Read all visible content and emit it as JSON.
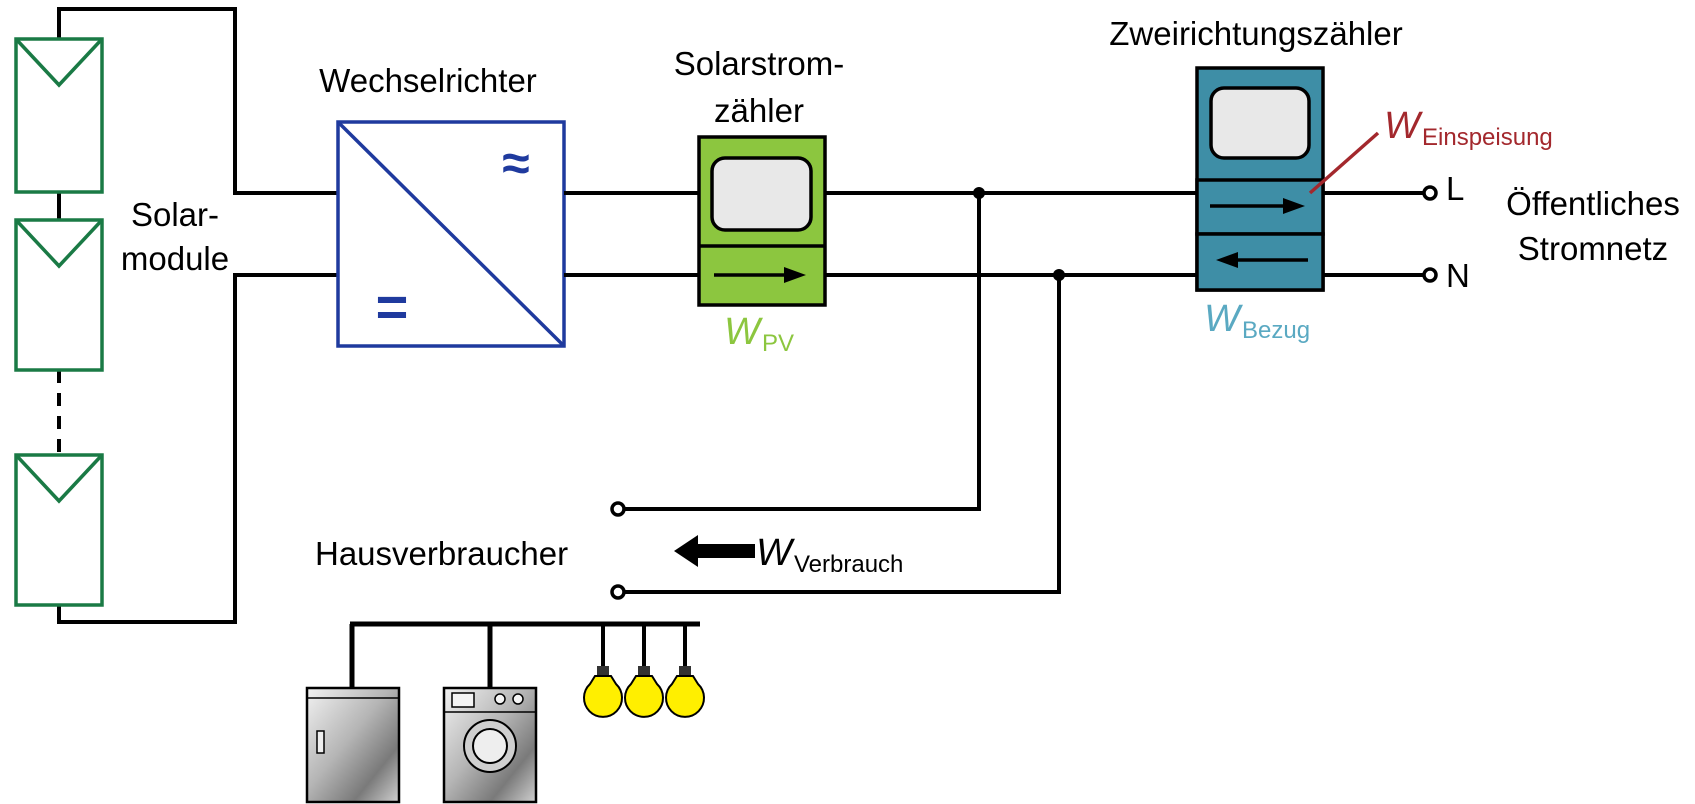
{
  "labels": {
    "solar_module_line1": "Solar-",
    "solar_module_line2": "module",
    "inverter": "Wechselrichter",
    "solar_meter_line1": "Solarstrom-",
    "solar_meter_line2": "zähler",
    "bidirectional_meter": "Zweirichtungszähler",
    "public_grid_line1": "Öffentliches",
    "public_grid_line2": "Stromnetz",
    "house_consumers": "Hausverbraucher",
    "terminal_L": "L",
    "terminal_N": "N"
  },
  "energy_labels": {
    "pv": {
      "symbol": "W",
      "subscript": "PV"
    },
    "feed_in": {
      "symbol": "W",
      "subscript": "Einspeisung"
    },
    "grid_purchase": {
      "symbol": "W",
      "subscript": "Bezug"
    },
    "consumption": {
      "symbol": "W",
      "subscript": "Verbrauch"
    }
  },
  "inverter_symbols": {
    "ac": "≈",
    "dc": "="
  },
  "colors": {
    "solar_module": "#1a7a45",
    "inverter": "#1f3a9e",
    "solar_meter": "#8cc63f",
    "bidirectional_meter": "#3e8ea6",
    "feed_in_label": "#a3282d",
    "pv_label": "#8cc63f",
    "purchase_label": "#5aa9c2",
    "bulb": "#ffef00"
  },
  "icons": {
    "inverter": "inverter-icon",
    "washing_machine": "washing-machine-icon",
    "fridge": "fridge-icon",
    "bulb": "light-bulb-icon"
  }
}
